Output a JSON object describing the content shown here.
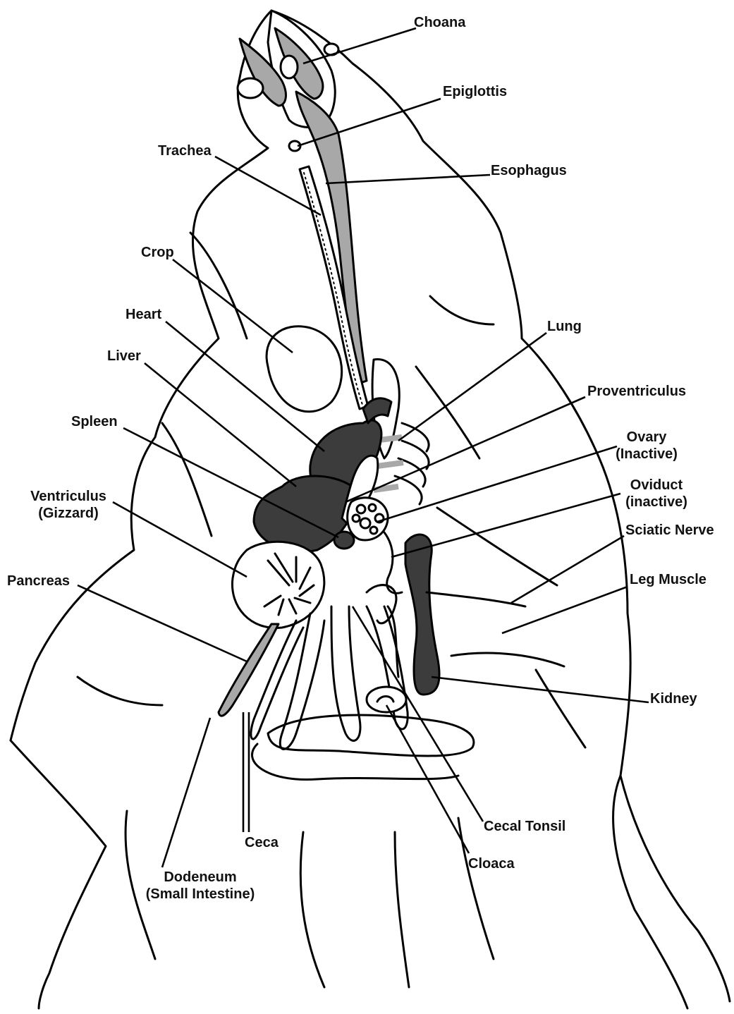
{
  "labels": {
    "choana": "Choana",
    "epiglottis": "Epiglottis",
    "trachea": "Trachea",
    "esophagus": "Esophagus",
    "crop": "Crop",
    "heart": "Heart",
    "liver": "Liver",
    "lung": "Lung",
    "proventriculus": "Proventriculus",
    "spleen": "Spleen",
    "ovary_1": "Ovary",
    "ovary_2": "(Inactive)",
    "oviduct_1": "Oviduct",
    "oviduct_2": "(inactive)",
    "ventriculus_1": "Ventriculus",
    "ventriculus_2": "(Gizzard)",
    "sciatic_nerve": "Sciatic Nerve",
    "pancreas": "Pancreas",
    "leg_muscle": "Leg Muscle",
    "kidney": "Kidney",
    "cecal_tonsil": "Cecal Tonsil",
    "ceca": "Ceca",
    "cloaca": "Cloaca",
    "duodenum_1": "Dodeneum",
    "duodenum_2": "(Small Intestine)"
  },
  "colors": {
    "outline": "#000000",
    "dark_organ": "#3c3c3c",
    "esophagus_fill": "#a8a8a8",
    "background": "#ffffff"
  }
}
